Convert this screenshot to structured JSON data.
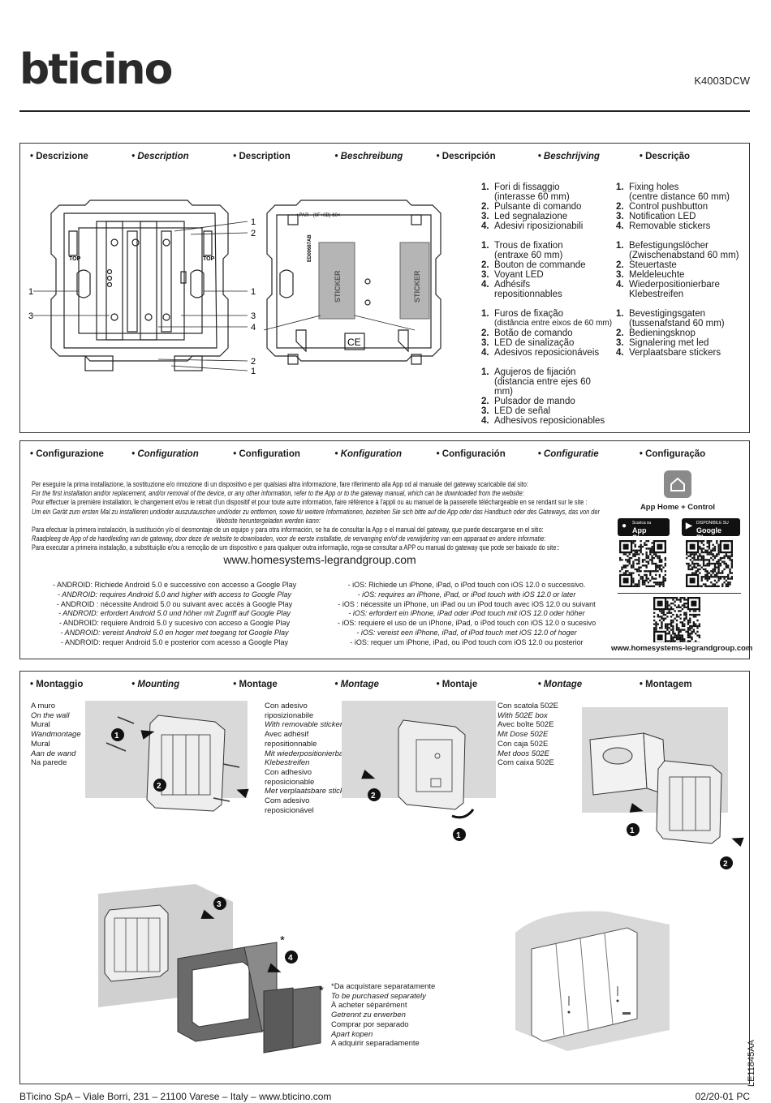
{
  "header": {
    "brand": "bticino",
    "code": "K4003DCW"
  },
  "languages": {
    "description": [
      "• Descrizione",
      "• Description",
      "• Description",
      "• Beschreibung",
      "• Descripción",
      "• Beschrijving",
      "• Descrição"
    ],
    "configuration": [
      "• Configurazione",
      "• Configuration",
      "• Configuration",
      "• Konfiguration",
      "• Configuración",
      "• Configuratie",
      "• Configuração"
    ],
    "mounting": [
      "• Montaggio",
      "• Mounting",
      "• Montage",
      "• Montage",
      "• Montaje",
      "• Montage",
      "• Montagem"
    ]
  },
  "diagram": {
    "left_callouts": [
      "1",
      "2",
      "1",
      "3",
      "4",
      "2",
      "1",
      "1",
      "3"
    ],
    "right_sticker_label": "STICKER",
    "right_top_text": "+PAR - (0F+0B) 60<",
    "right_side_text": "ED00687AB",
    "top_mark": "TOP",
    "ce_mark": "CE"
  },
  "descriptions": {
    "col1": [
      [
        {
          "n": "1.",
          "t": "Fori di fissaggio",
          "t2": "(interasse 60 mm)"
        },
        {
          "n": "2.",
          "t": "Pulsante di comando"
        },
        {
          "n": "3.",
          "t": "Led segnalazione"
        },
        {
          "n": "4.",
          "t": "Adesivi riposizionabili"
        }
      ],
      [
        {
          "n": "1.",
          "t": "Trous de fixation",
          "t2": "(entraxe 60 mm)"
        },
        {
          "n": "2.",
          "t": "Bouton de commande"
        },
        {
          "n": "3.",
          "t": "Voyant LED"
        },
        {
          "n": "4.",
          "t": "Adhésifs",
          "t2": "repositionnables"
        }
      ],
      [
        {
          "n": "1.",
          "t": "Furos de fixação",
          "t2": "(distância entre eixos de 60 mm)"
        },
        {
          "n": "2.",
          "t": "Botão de comando"
        },
        {
          "n": "3.",
          "t": "LED de sinalização"
        },
        {
          "n": "4.",
          "t": "Adesivos reposicionáveis"
        }
      ],
      [
        {
          "n": "1.",
          "t": "Agujeros de fijación",
          "t2": "(distancia entre ejes 60",
          "t3": "mm)"
        },
        {
          "n": "2.",
          "t": "Pulsador de mando"
        },
        {
          "n": "3.",
          "t": "LED de señal"
        },
        {
          "n": "4.",
          "t": "Adhesivos reposicionables"
        }
      ]
    ],
    "col2": [
      [
        {
          "n": "1.",
          "t": "Fixing holes",
          "t2": "(centre distance 60 mm)"
        },
        {
          "n": "2.",
          "t": "Control pushbutton"
        },
        {
          "n": "3.",
          "t": "Notification LED"
        },
        {
          "n": "4.",
          "t": "Removable stickers"
        }
      ],
      [
        {
          "n": "1.",
          "t": "Befestigungslöcher",
          "t2": "(Zwischenabstand 60 mm)"
        },
        {
          "n": "2.",
          "t": "Steuertaste"
        },
        {
          "n": "3.",
          "t": "Meldeleuchte"
        },
        {
          "n": "4.",
          "t": "Wiederpositionierbare",
          "t2": "Klebestreifen"
        }
      ],
      [
        {
          "n": "1.",
          "t": "Bevestigingsgaten",
          "t2": "(tussenafstand 60 mm)"
        },
        {
          "n": "2.",
          "t": "Bedieningsknop"
        },
        {
          "n": "3.",
          "t": "Signalering met led"
        },
        {
          "n": "4.",
          "t": "Verplaatsbare stickers"
        }
      ]
    ]
  },
  "config": {
    "lines": [
      {
        "t": "Per eseguire la prima installazione, la sostituzione e/o rimozione di un dispositivo e per qualsiasi altra informazione, fare riferimento alla App od al manuale del gateway scaricabile dal sito:",
        "i": false
      },
      {
        "t": "For the first installation and/or replacement, and/or removal of the device, or any other information, refer to the App or to the gateway manual, which can be downloaded from the website:",
        "i": true
      },
      {
        "t": "Pour effectuer la première installation, le changement et/ou le retrait d'un dispositif et pour toute autre information, faire référence à l'appli ou au manuel de la passerelle téléchargeable en se rendant sur le site :",
        "i": false
      },
      {
        "t": "Um ein Gerät zum ersten Mal zu installieren und/oder auszutauschen und/oder zu entfernen, sowie für weitere Informationen, beziehen Sie sich bitte auf die App oder das Handbuch oder des Gateways, das von der",
        "i": true
      },
      {
        "t": "Website heruntergeladen werden kann:",
        "i": true
      },
      {
        "t": "Para efectuar la primera instalación, la sustitución y/o el desmontaje de un equipo y para otra información, se ha de consultar la App o el manual del gateway, que puede descargarse en el sitio:",
        "i": false
      },
      {
        "t": "Raadpleeg de App of de handleiding van de gateway, door deze de website te downloaden, voor de eerste installatie, de vervanging en/of de verwijdering van een apparaat en andere informatie:",
        "i": true
      },
      {
        "t": "Para executar a primeira instalação, a substituição e/ou a remoção de um dispositivo e para qualquer outra informação, roga-se consultar a APP ou manual do gateway que pode ser baixado do site::",
        "i": false
      }
    ],
    "url": "www.homesystems-legrandgroup.com",
    "android": [
      {
        "t": "- ANDROID: Richiede Android 5.0 e successivo con accesso a Google Play",
        "i": false
      },
      {
        "t": "- ANDROID: requires Android 5.0 and higher with access to Google Play",
        "i": true
      },
      {
        "t": "- ANDROID : nécessite Android 5.0 ou suivant avec accès à Google Play",
        "i": false
      },
      {
        "t": "- ANDROID: erfordert Android 5.0 und höher mit Zugriff auf Google Play",
        "i": true
      },
      {
        "t": "- ANDROID: requiere Android 5.0 y sucesivo con acceso a Google Play",
        "i": false
      },
      {
        "t": "- ANDROID: vereist Android 5.0 en hoger met toegang tot Google Play",
        "i": true
      },
      {
        "t": "- ANDROID: requer Android 5.0 e posterior com acesso a Google Play",
        "i": false
      }
    ],
    "ios": [
      {
        "t": "- iOS: Richiede un iPhone, iPad, o iPod touch con iOS 12.0 o successivo.",
        "i": false
      },
      {
        "t": "- iOS: requires an iPhone, iPad, or iPod touch with iOS 12.0 or later",
        "i": true
      },
      {
        "t": "- iOS : nécessite un iPhone, un iPad ou un iPod touch avec iOS 12.0 ou suivant",
        "i": false
      },
      {
        "t": "- iOS: erfordert ein iPhone, iPad oder iPod touch mit iOS 12.0 oder höher",
        "i": true
      },
      {
        "t": "- iOS: requiere el uso de un iPhone, iPad, o iPod touch con iOS 12.0 o sucesivo",
        "i": false
      },
      {
        "t": "- iOS: vereist een iPhone, iPad, of iPod touch met iOS 12.0 of hoger",
        "i": true
      },
      {
        "t": "- iOS: requer um iPhone, iPad, ou iPod touch com iOS 12.0 ou posterior",
        "i": false
      }
    ],
    "app_name": "App Home + Control",
    "appstore_small": "Scarica su",
    "appstore": "App Store",
    "googleplay_small": "DISPONIBILE SU",
    "googleplay": "Google Play",
    "qr_url": "www.homesystems-legrandgroup.com"
  },
  "mounting": {
    "wall": [
      {
        "t": "A muro",
        "i": false
      },
      {
        "t": "On the wall",
        "i": true
      },
      {
        "t": "Mural",
        "i": false
      },
      {
        "t": "Wandmontage",
        "i": true
      },
      {
        "t": "Mural",
        "i": false
      },
      {
        "t": "Aan de wand",
        "i": true
      },
      {
        "t": "Na parede",
        "i": false
      }
    ],
    "adhesive": [
      {
        "t": "Con adesivo",
        "i": false
      },
      {
        "t": "riposizionabile",
        "i": false
      },
      {
        "t": "With removable sticker",
        "i": true
      },
      {
        "t": "Avec adhésif",
        "i": false
      },
      {
        "t": "repositionnable",
        "i": false
      },
      {
        "t": "Mit wiederpositionierbare",
        "i": true
      },
      {
        "t": "Klebestreifen",
        "i": true
      },
      {
        "t": "Con adhesivo",
        "i": false
      },
      {
        "t": "reposicionable",
        "i": false
      },
      {
        "t": "Met verplaatsbare sticker",
        "i": true
      },
      {
        "t": "Com adesivo",
        "i": false
      },
      {
        "t": "reposicionável",
        "i": false
      }
    ],
    "box": [
      {
        "t": "Con scatola 502E",
        "i": false
      },
      {
        "t": "With 502E box",
        "i": true
      },
      {
        "t": "Avec boîte 502E",
        "i": false
      },
      {
        "t": "Mit Dose 502E",
        "i": true
      },
      {
        "t": "Con caja 502E",
        "i": false
      },
      {
        "t": "Met doos 502E",
        "i": true
      },
      {
        "t": "Com caixa 502E",
        "i": false
      }
    ],
    "separately": [
      {
        "t": "*Da acquistare separatamente",
        "i": false
      },
      {
        "t": "To be purchased separately",
        "i": true
      },
      {
        "t": "À acheter séparément",
        "i": false
      },
      {
        "t": "Getrennt zu erwerben",
        "i": true
      },
      {
        "t": "Comprar por separado",
        "i": false
      },
      {
        "t": "Apart kopen",
        "i": true
      },
      {
        "t": "A adquirir separadamente",
        "i": false
      }
    ],
    "step_numbers": [
      "1",
      "2",
      "2",
      "1",
      "1",
      "2",
      "3",
      "4"
    ],
    "asterisk": "*"
  },
  "side_code": "LE11845AA",
  "footer": {
    "address": "BTicino SpA – Viale Borri, 231 – 21100 Varese – Italy – www.bticino.com",
    "date": "02/20-01 PC"
  }
}
